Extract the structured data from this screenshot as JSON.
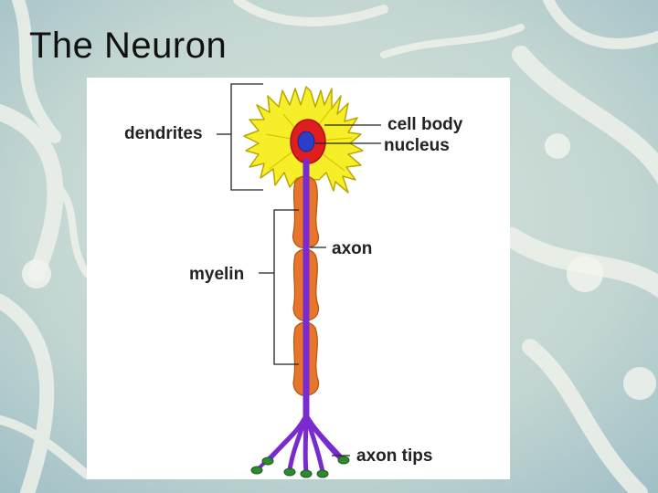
{
  "slide": {
    "title": "The Neuron"
  },
  "diagram": {
    "labels": {
      "dendrites": "dendrites",
      "cell_body": "cell body",
      "nucleus": "nucleus",
      "axon": "axon",
      "myelin": "myelin",
      "axon_tips": "axon tips"
    }
  },
  "colors": {
    "dendrite_yellow": "#f7ee2a",
    "dendrite_outline": "#b8a800",
    "cell_body_red": "#e01e1e",
    "nucleus_blue": "#2b3fc6",
    "myelin_orange": "#e8762a",
    "axon_purple": "#7a2bd0",
    "axon_tip_green": "#2e8a2e",
    "background_tint": "#a9c9cf"
  }
}
